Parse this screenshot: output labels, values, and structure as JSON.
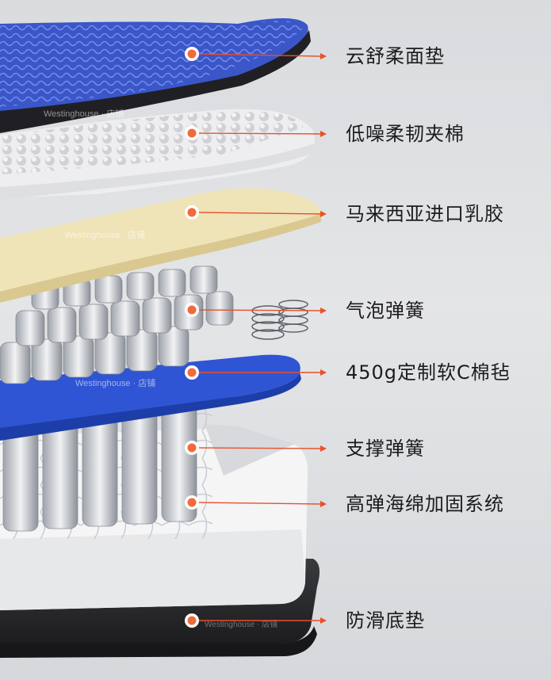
{
  "layers": [
    {
      "label": "云舒柔面垫"
    },
    {
      "label": "低噪柔韧夹棉"
    },
    {
      "label": "马来西亚进口乳胶"
    },
    {
      "label": "气泡弹簧"
    },
    {
      "label": "450g定制软C棉毡"
    },
    {
      "label": "支撑弹簧"
    },
    {
      "label": "高弹海绵加固系统"
    },
    {
      "label": "防滑底垫"
    }
  ],
  "watermark": "Westinghouse · 店铺",
  "colors": {
    "top_fabric": "#3a56c8",
    "latex": "#efe3b8",
    "felt": "#2f55d4",
    "frame": "#f4f4f4",
    "base": "#2a2a2c",
    "marker": "#f06a3c",
    "arrow": "#e8502a"
  }
}
